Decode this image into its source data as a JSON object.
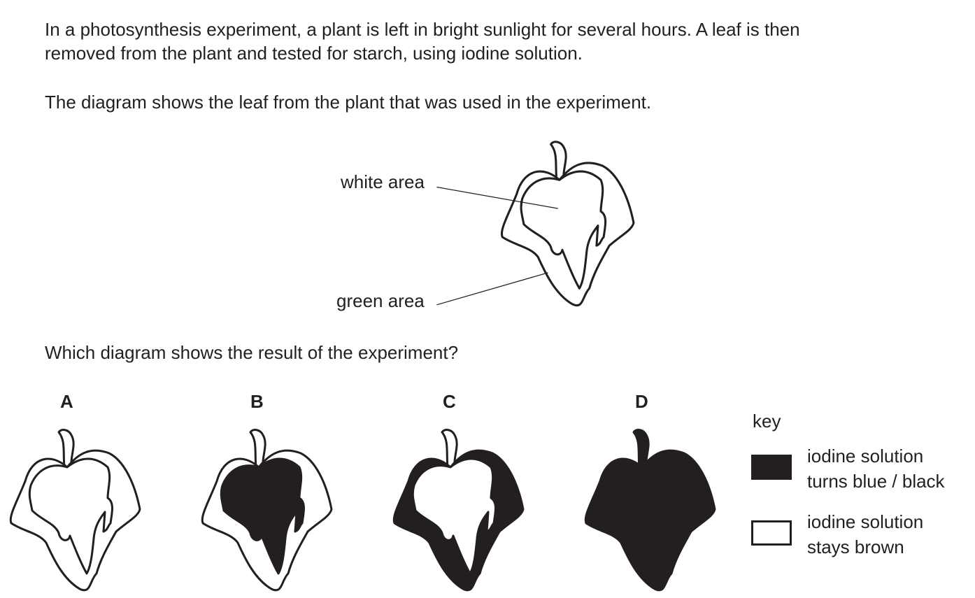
{
  "intro": {
    "line1": "In a photosynthesis experiment, a plant is left in bright sunlight for several hours. A leaf is then",
    "line2": "removed from the plant and tested for starch, using iodine solution.",
    "line3": "The diagram shows the leaf from the plant that was used in the experiment."
  },
  "diagram": {
    "white_label": "white area",
    "green_label": "green area"
  },
  "question": "Which diagram shows the result of the experiment?",
  "options": [
    {
      "letter": "A",
      "outer": "brown",
      "inner": "brown"
    },
    {
      "letter": "B",
      "outer": "brown",
      "inner": "blue/black"
    },
    {
      "letter": "C",
      "outer": "blue/black",
      "inner": "brown"
    },
    {
      "letter": "D",
      "outer": "blue/black",
      "inner": "blue/black"
    }
  ],
  "key": {
    "title": "key",
    "dark_line1": "iodine solution",
    "dark_line2": "turns blue / black",
    "light_line1": "iodine solution",
    "light_line2": "stays brown"
  },
  "colors": {
    "ink": "#231f20",
    "paper": "#ffffff"
  }
}
